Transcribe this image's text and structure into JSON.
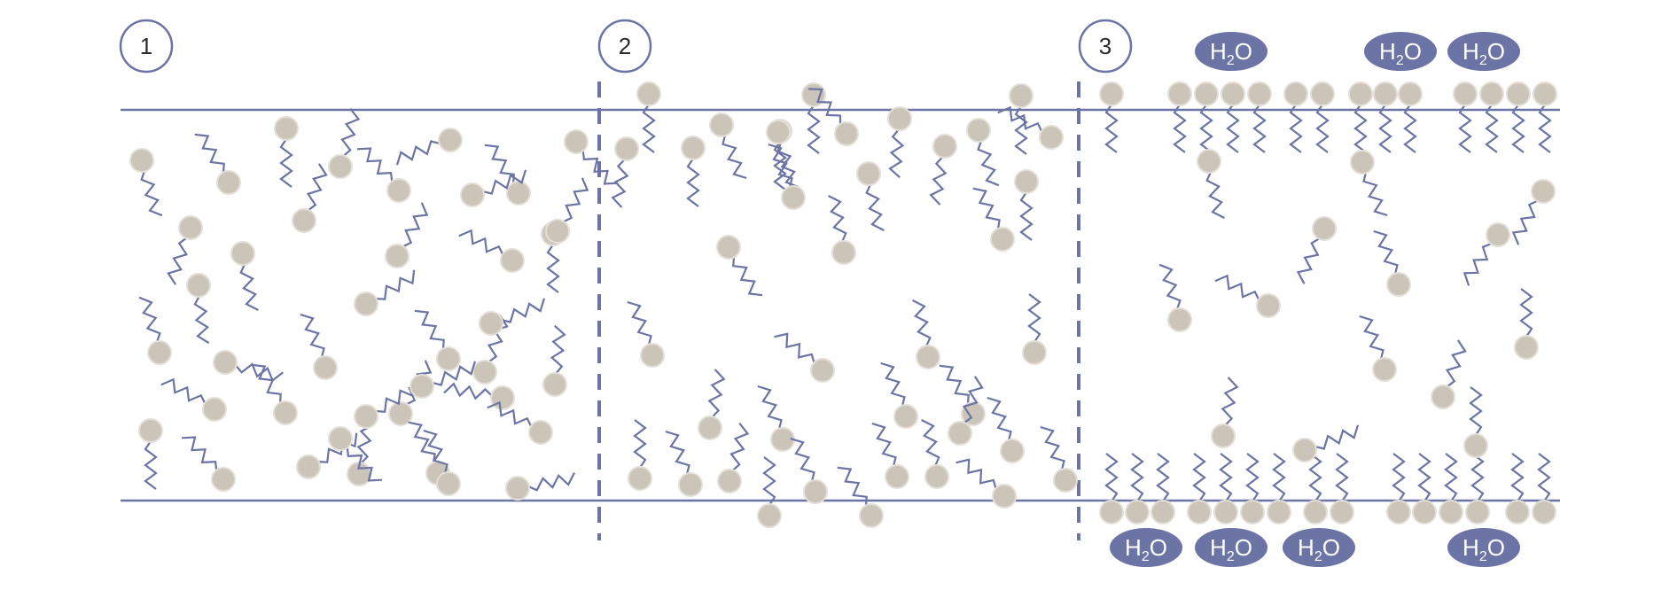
{
  "diagram": {
    "colors": {
      "line": "#6b74a4",
      "molecule_head": "#cbc4b9",
      "molecule_head_edge": "#e3ded6",
      "tail": "#6b74a4",
      "water_fill": "#6b74a4",
      "label_circle": "#6b74a4"
    },
    "panels": [
      {
        "number": "1"
      },
      {
        "number": "2"
      },
      {
        "number": "3"
      }
    ],
    "water_label": {
      "main_h": "H",
      "sub": "2",
      "main_o": "O"
    }
  }
}
